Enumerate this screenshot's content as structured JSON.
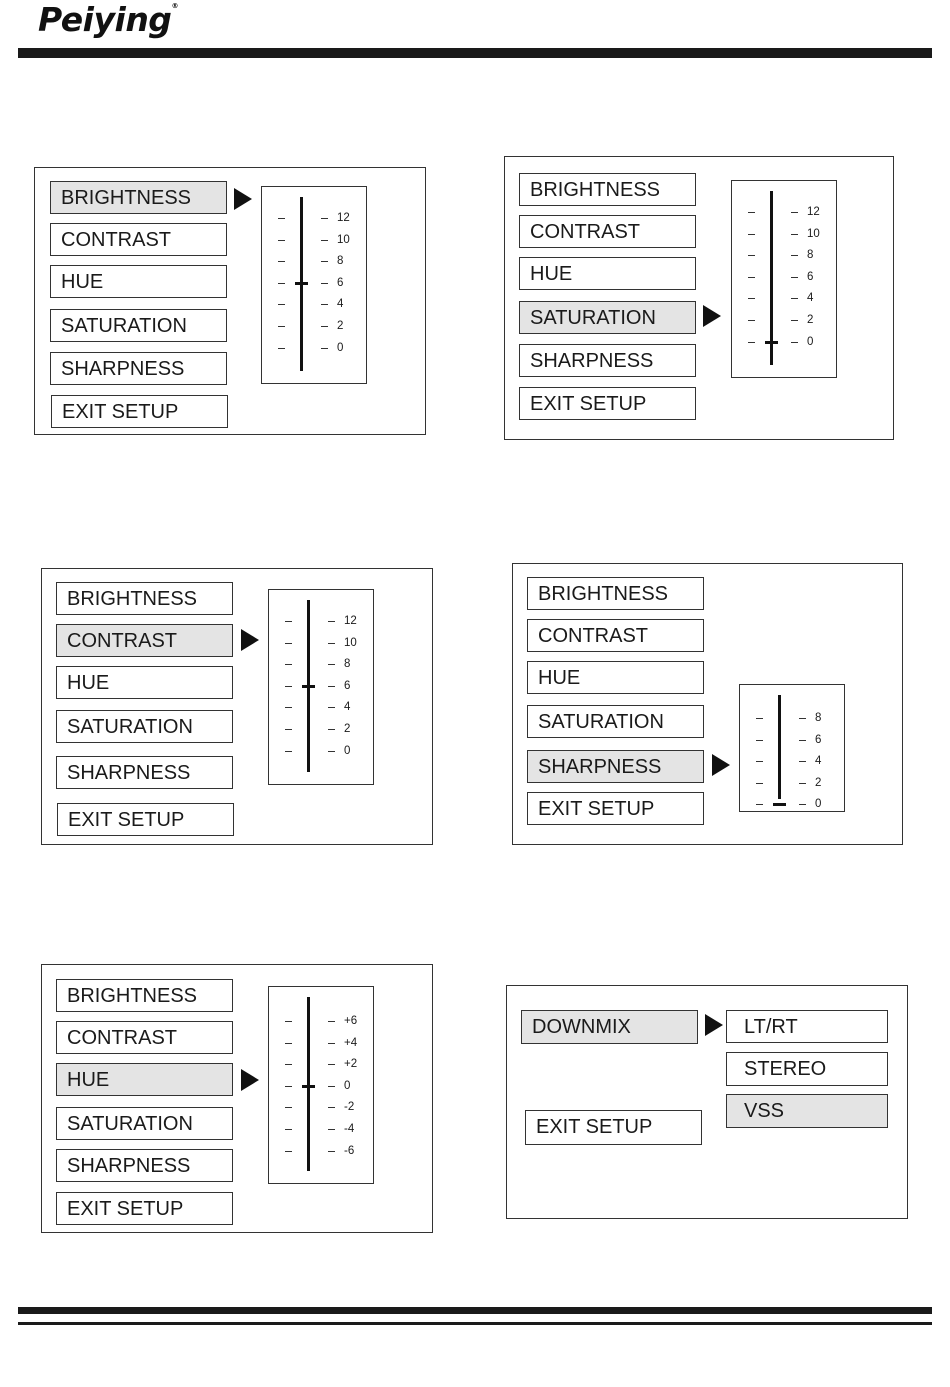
{
  "brand": {
    "name": "Peiying",
    "mark": "®"
  },
  "panels": {
    "brightness": {
      "items": [
        "BRIGHTNESS",
        "CONTRAST",
        "HUE",
        "SATURATION",
        "SHARPNESS",
        "EXIT SETUP"
      ],
      "selected": "BRIGHTNESS",
      "scale": [
        "12",
        "10",
        "8",
        "6",
        "4",
        "2",
        "0"
      ],
      "value": "6"
    },
    "saturation": {
      "items": [
        "BRIGHTNESS",
        "CONTRAST",
        "HUE",
        "SATURATION",
        "SHARPNESS",
        "EXIT SETUP"
      ],
      "selected": "SATURATION",
      "scale": [
        "12",
        "10",
        "8",
        "6",
        "4",
        "2",
        "0"
      ],
      "value": "0"
    },
    "contrast": {
      "items": [
        "BRIGHTNESS",
        "CONTRAST",
        "HUE",
        "SATURATION",
        "SHARPNESS",
        "EXIT SETUP"
      ],
      "selected": "CONTRAST",
      "scale": [
        "12",
        "10",
        "8",
        "6",
        "4",
        "2",
        "0"
      ],
      "value": "6"
    },
    "sharpness": {
      "items": [
        "BRIGHTNESS",
        "CONTRAST",
        "HUE",
        "SATURATION",
        "SHARPNESS",
        "EXIT SETUP"
      ],
      "selected": "SHARPNESS",
      "scale": [
        "8",
        "6",
        "4",
        "2",
        "0"
      ],
      "value": "0"
    },
    "hue": {
      "items": [
        "BRIGHTNESS",
        "CONTRAST",
        "HUE",
        "SATURATION",
        "SHARPNESS",
        "EXIT SETUP"
      ],
      "selected": "HUE",
      "scale": [
        "+6",
        "+4",
        "+2",
        "0",
        "-2",
        "-4",
        "-6"
      ],
      "value": "0"
    },
    "downmix": {
      "left_items": [
        "DOWNMIX",
        "EXIT SETUP"
      ],
      "selected": "DOWNMIX",
      "options": [
        "LT/RT",
        "STEREO",
        "VSS"
      ],
      "highlighted_option": "VSS"
    }
  },
  "colors": {
    "highlight": "#e4e4e4",
    "line": "#1a1a1a"
  }
}
